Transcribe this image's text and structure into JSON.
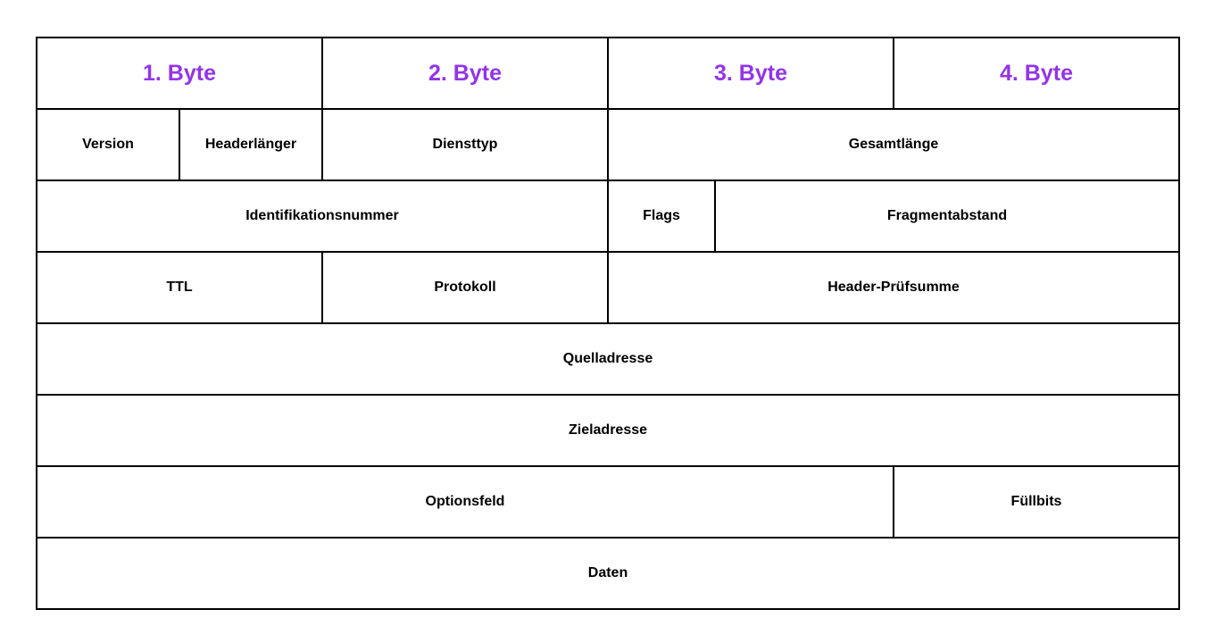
{
  "colors": {
    "byte_header_text": "#9333EA",
    "field_text": "#000000",
    "border": "#000000",
    "background": "#FFFFFF"
  },
  "table": {
    "columns_total": 32,
    "header": [
      {
        "name": "byte-1",
        "label": "1. Byte",
        "span": 8
      },
      {
        "name": "byte-2",
        "label": "2. Byte",
        "span": 8
      },
      {
        "name": "byte-3",
        "label": "3. Byte",
        "span": 8
      },
      {
        "name": "byte-4",
        "label": "4. Byte",
        "span": 8
      }
    ],
    "rows": [
      [
        {
          "name": "version",
          "label": "Version",
          "span": 4
        },
        {
          "name": "header-length",
          "label": "Headerlänger",
          "span": 4
        },
        {
          "name": "service-type",
          "label": "Diensttyp",
          "span": 8
        },
        {
          "name": "total-length",
          "label": "Gesamtlänge",
          "span": 16
        }
      ],
      [
        {
          "name": "identification-number",
          "label": "Identifikationsnummer",
          "span": 16
        },
        {
          "name": "flags",
          "label": "Flags",
          "span": 3
        },
        {
          "name": "fragment-offset",
          "label": "Fragmentabstand",
          "span": 13
        }
      ],
      [
        {
          "name": "ttl",
          "label": "TTL",
          "span": 8
        },
        {
          "name": "protocol",
          "label": "Protokoll",
          "span": 8
        },
        {
          "name": "header-checksum",
          "label": "Header-Prüfsumme",
          "span": 16
        }
      ],
      [
        {
          "name": "source-address",
          "label": "Quelladresse",
          "span": 32
        }
      ],
      [
        {
          "name": "destination-address",
          "label": "Zieladresse",
          "span": 32
        }
      ],
      [
        {
          "name": "options-field",
          "label": "Optionsfeld",
          "span": 24
        },
        {
          "name": "padding-bits",
          "label": "Füllbits",
          "span": 8
        }
      ],
      [
        {
          "name": "data",
          "label": "Daten",
          "span": 32
        }
      ]
    ]
  }
}
